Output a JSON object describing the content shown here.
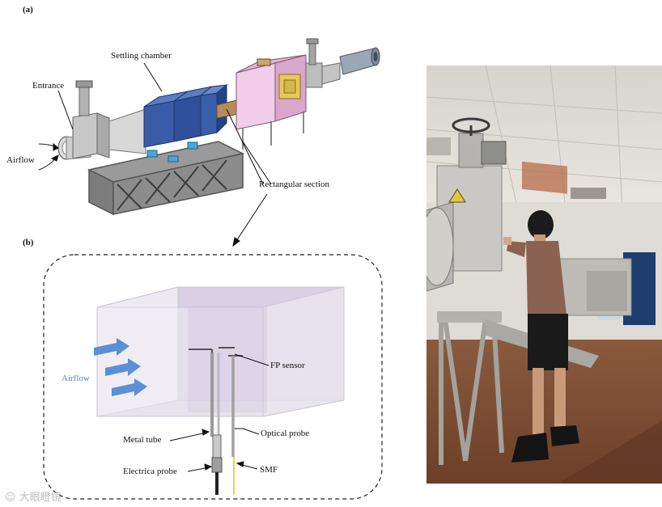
{
  "panel_a": {
    "label": "(a)",
    "labels": {
      "settling_chamber": "Settling chamber",
      "entrance": "Entrance",
      "airflow": "Airflow",
      "rectangular_section": "Rectangular section"
    }
  },
  "panel_b": {
    "label": "(b)",
    "labels": {
      "airflow": "Airflow",
      "fp_sensor": "FP sensor",
      "metal_tube": "Metal tube",
      "optical_probe": "Optical probe",
      "electrical_probe": "Electrica probe",
      "smf": "SMF"
    }
  },
  "watermark": "大眼瞪镜",
  "colors": {
    "chamber_blue": "#2f4f9a",
    "test_section_pink": "#e8b7d9",
    "arrow_blue": "#5b8fd6",
    "frame_gray": "#6e6e6e",
    "smf_yellow": "#e8d44a"
  }
}
